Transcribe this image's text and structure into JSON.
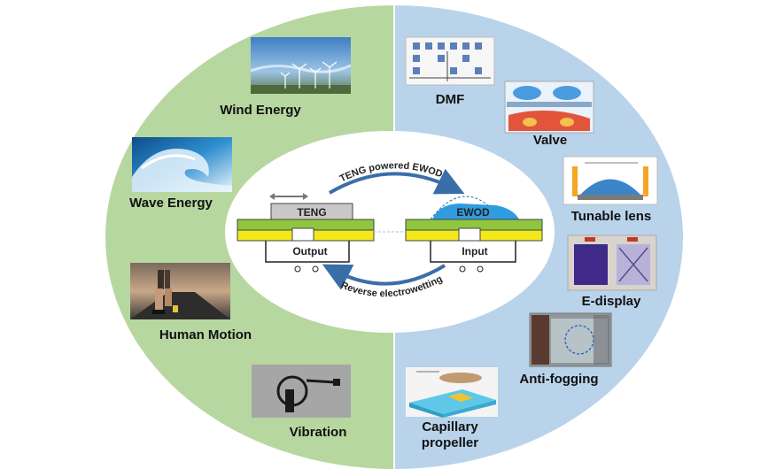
{
  "colors": {
    "left_ring": "#b7d7a0",
    "right_ring": "#b9d3ea",
    "center": "#ffffff",
    "green_bar": "#8fc63f",
    "yellow_bar": "#f3e81c",
    "teng_box": "#c8c8c8",
    "ewod_drop": "#2f9ce0",
    "arrow_blue": "#3a6ea8"
  },
  "left_items": [
    {
      "label": "Wind Energy"
    },
    {
      "label": "Wave Energy"
    },
    {
      "label": "Human Motion"
    },
    {
      "label": "Vibration"
    }
  ],
  "right_items": [
    {
      "label": "DMF"
    },
    {
      "label": "Valve"
    },
    {
      "label": "Tunable lens"
    },
    {
      "label": "E-display"
    },
    {
      "label": "Anti-fogging"
    },
    {
      "label": "Capillary propeller",
      "line1": "Capillary",
      "line2": "propeller"
    }
  ],
  "center": {
    "top_arrow_text": "TENG powered EWOD",
    "bottom_arrow_text": "Reverse electrowetting",
    "teng_label": "TENG",
    "ewod_label": "EWOD",
    "output_label": "Output",
    "input_label": "Input"
  }
}
